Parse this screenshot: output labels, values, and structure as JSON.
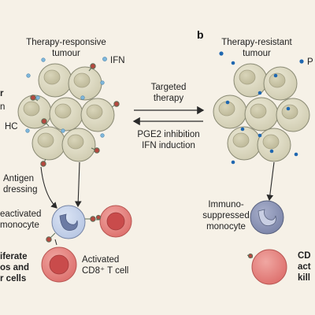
{
  "panel_b_letter": "b",
  "left": {
    "title_line1": "Therapy-responsive",
    "title_line2": "tumour",
    "ifn_label": "IFN",
    "edge_r": "r",
    "edge_n": "n",
    "edge_hc": "HC",
    "antigen_line1": "Antigen",
    "antigen_line2": "dressing",
    "activated_mono_line1": "eactivated",
    "activated_mono_line2": "monocyte",
    "activated_cd8_line1": "Activated",
    "activated_cd8_line2": "CD8⁺ T cell",
    "bold_line1": "iferate",
    "bold_line2": "os and",
    "bold_line3": "r cells"
  },
  "middle": {
    "top_arrow_line1": "Targeted",
    "top_arrow_line2": "therapy",
    "bottom_arrow_line1": "PGE2 inhibition",
    "bottom_arrow_line2": "IFN induction"
  },
  "right": {
    "title_line1": "Therapy-resistant",
    "title_line2": "tumour",
    "pg_label": "P",
    "immuno_line1": "Immuno-",
    "immuno_line2": "suppressed",
    "immuno_line3": "monocyte",
    "bold_line1": "CD",
    "bold_line2": "act",
    "bold_line3": "kill"
  },
  "colors": {
    "background": "#f6f1e7",
    "tumour_cell": "#ddd9c1",
    "tumour_nucleus": "#c9c4a4",
    "cell_outline": "#8a8a74",
    "ifn_dot": "#7fb7dc",
    "pge2_dot": "#1f67b0",
    "monocyte_activated": "#c6d3ea",
    "monocyte_suppressed": "#8f98b8",
    "tcell": "#e27b78",
    "tcell_nucleus": "#c94b4b",
    "mhc": "#b5483f",
    "arrow": "#2a2a2a"
  }
}
